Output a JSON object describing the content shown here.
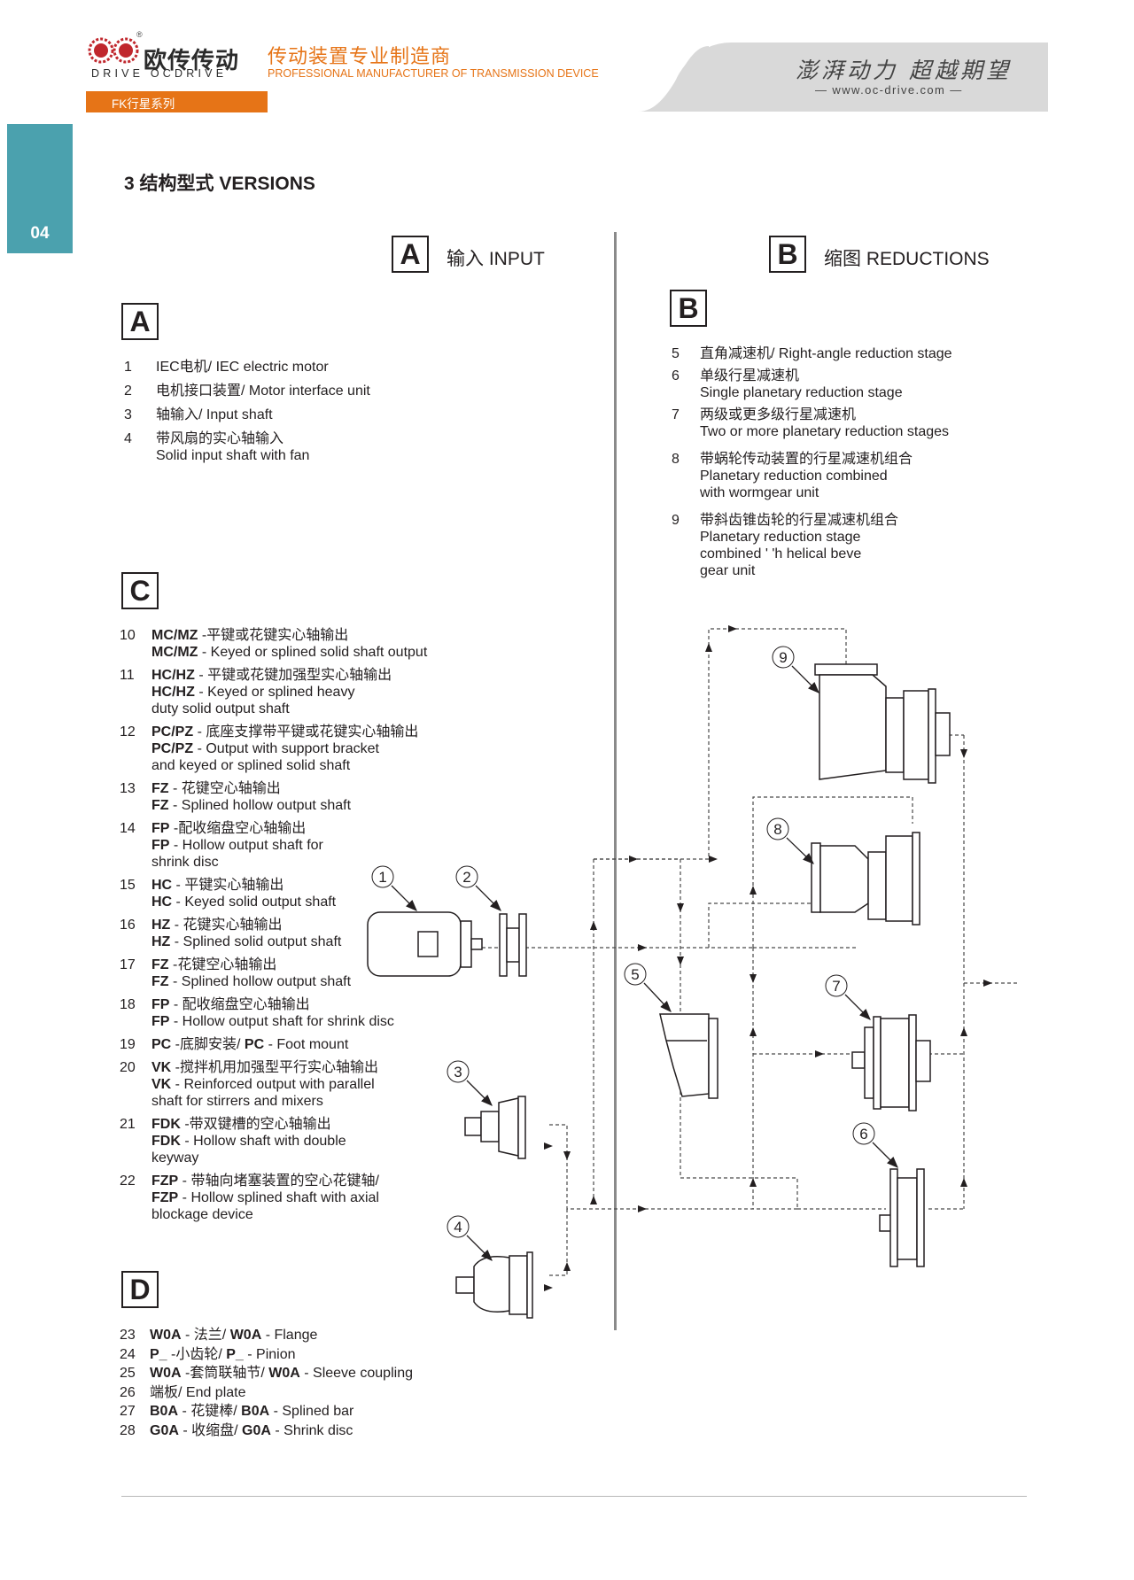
{
  "header": {
    "brand_cn": "欧传传动",
    "brand_en": "DRIVE OCDRIVE",
    "registered": "®",
    "tagline_cn": "传动装置专业制造商",
    "tagline_en": "PROFESSIONAL MANUFACTURER OF TRANSMISSION DEVICE",
    "slogan": "澎湃动力 超越期望",
    "website": "www.oc-drive.com",
    "series": "FK行星系列",
    "page_number": "04",
    "accent_color": "#e67417",
    "tab_color": "#4ba1ae"
  },
  "section_title": "3 结构型式 VERSIONS",
  "headings": {
    "A": {
      "letter": "A",
      "label": "输入 INPUT"
    },
    "B": {
      "letter": "B",
      "label": "缩图 REDUCTIONS"
    },
    "C": {
      "letter": "C"
    },
    "D": {
      "letter": "D"
    }
  },
  "list_a": [
    {
      "num": "1",
      "lines": [
        "IEC电机/ IEC electric motor"
      ]
    },
    {
      "num": "2",
      "lines": [
        "电机接口装置/ Motor interface unit"
      ]
    },
    {
      "num": "3",
      "lines": [
        "轴输入/ Input shaft"
      ]
    },
    {
      "num": "4",
      "lines": [
        "带风扇的实心轴输入",
        "Solid input shaft with fan"
      ]
    }
  ],
  "list_b": [
    {
      "num": "5",
      "lines": [
        "直角减速机/ Right-angle reduction stage"
      ]
    },
    {
      "num": "6",
      "lines": [
        "单级行星减速机",
        "Single planetary reduction stage"
      ]
    },
    {
      "num": "7",
      "lines": [
        "两级或更多级行星减速机",
        "Two or more planetary reduction stages"
      ]
    },
    {
      "num": "8",
      "lines": [
        "带蜗轮传动装置的行星减速机组合",
        "Planetary reduction combined",
        "with wormgear unit"
      ]
    },
    {
      "num": "9",
      "lines": [
        "带斜齿锥齿轮的行星减速机组合",
        "Planetary reduction stage",
        "combined ' 'h helical beve",
        "gear unit"
      ]
    }
  ],
  "list_c": [
    {
      "num": "10",
      "code": "MC/MZ",
      "cn": " -平键或花键实心轴输出",
      "en": " - Keyed or splined solid shaft output",
      "extra": []
    },
    {
      "num": "11",
      "code": "HC/HZ",
      "cn": " - 平键或花键加强型实心轴输出",
      "en": " - Keyed or splined heavy",
      "extra": [
        "duty solid output shaft"
      ]
    },
    {
      "num": "12",
      "code": "PC/PZ",
      "cn": " - 底座支撑带平键或花键实心轴输出",
      "en": " - Output with support bracket",
      "extra": [
        "and keyed or splined solid shaft"
      ]
    },
    {
      "num": "13",
      "code": "FZ",
      "cn": " - 花键空心轴输出",
      "en": " - Splined hollow output shaft",
      "extra": []
    },
    {
      "num": "14",
      "code": "FP",
      "cn": " -配收缩盘空心轴输出",
      "en": " - Hollow output shaft for",
      "extra": [
        "shrink disc"
      ]
    },
    {
      "num": "15",
      "code": "HC",
      "cn": " - 平键实心轴输出",
      "en": " - Keyed solid output shaft",
      "extra": []
    },
    {
      "num": "16",
      "code": "HZ",
      "cn": " - 花键实心轴输出",
      "en": " - Splined solid output shaft",
      "extra": []
    },
    {
      "num": "17",
      "code": "FZ",
      "cn": " -花键空心轴输出",
      "en": " - Splined hollow output shaft",
      "extra": []
    },
    {
      "num": "18",
      "code": "FP",
      "cn": " - 配收缩盘空心轴输出",
      "en": " - Hollow output shaft for shrink disc",
      "extra": []
    },
    {
      "num": "20",
      "code": "VK",
      "cn": " -搅拌机用加强型平行实心轴输出",
      "en": " - Reinforced output with parallel",
      "extra": [
        "shaft for stirrers and mixers"
      ]
    },
    {
      "num": "21",
      "code": "FDK",
      "cn": " -带双键槽的空心轴输出",
      "en": " - Hollow shaft with double",
      "extra": [
        "keyway"
      ]
    },
    {
      "num": "22",
      "code": "FZP",
      "cn": " - 带轴向堵塞装置的空心花键轴/",
      "en": " - Hollow  splined  shaft  with  axial",
      "extra": [
        "blockage  device"
      ]
    }
  ],
  "item_19": {
    "num": "19",
    "code1": "PC",
    "cn": " -底脚安装/ ",
    "code2": "PC",
    "en": " - Foot mount"
  },
  "list_d": [
    {
      "num": "23",
      "code": "W0A",
      "mid": " - 法兰/ ",
      "code2": "W0A",
      "en": " - Flange"
    },
    {
      "num": "24",
      "code": "P_",
      "mid": " -小齿轮/  ",
      "code2": "P_",
      "en": " - Pinion"
    },
    {
      "num": "25",
      "code": "W0A",
      "mid": " -套筒联轴节/ ",
      "code2": "W0A",
      "en": " - Sleeve coupling"
    },
    {
      "num": "26",
      "code": "",
      "mid": "端板/ End plate",
      "code2": "",
      "en": ""
    },
    {
      "num": "27",
      "code": "B0A",
      "mid": " - 花键棒/ ",
      "code2": "B0A",
      "en": " - Splined bar"
    },
    {
      "num": "28",
      "code": "G0A",
      "mid": " - 收缩盘/ ",
      "code2": "G0A",
      "en": " - Shrink disc"
    }
  ],
  "diagram_callouts": [
    "1",
    "2",
    "3",
    "4",
    "5",
    "6",
    "7",
    "8",
    "9"
  ]
}
